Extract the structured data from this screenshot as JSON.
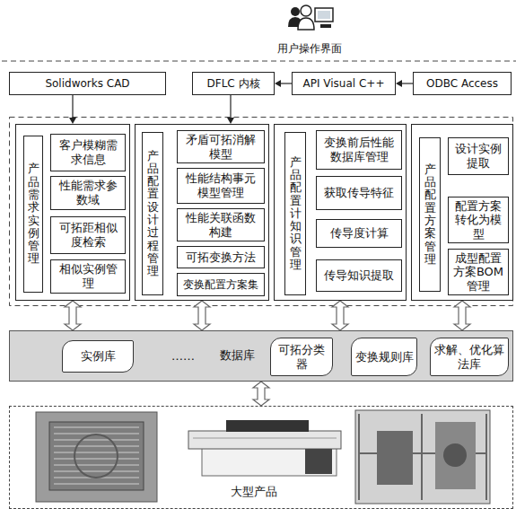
{
  "diagram": {
    "nodes": [
      {
        "text": [
          "Solidworks CAD"
        ]
      },
      {
        "text": [
          "DFLC 内核"
        ]
      },
      {
        "text": [
          "API Visual C++"
        ]
      },
      {
        "text": [
          "ODBC Access"
        ]
      },
      {
        "text": [
          "产品需求实例管理"
        ]
      },
      {
        "text": [
          "客户模糊需求信息"
        ],
        "in": 4
      },
      {
        "text": [
          "性能需求参数域"
        ],
        "in": 4
      },
      {
        "text": [
          "可拓距相似度检索"
        ],
        "in": 4
      },
      {
        "text": [
          "相似实例管理"
        ],
        "in": 4
      },
      {
        "text": [
          "产品配置设计过程管理"
        ]
      },
      {
        "text": [
          "矛盾可拓消解模型"
        ],
        "in": 9
      },
      {
        "text": [
          "性能结构事元模型管理"
        ],
        "in": 9
      },
      {
        "text": [
          "性能关联函数构建"
        ],
        "in": 9
      },
      {
        "text": [
          "可拓变换方法"
        ],
        "in": 9
      },
      {
        "text": [
          "变换配置方案集"
        ],
        "in": 9
      },
      {
        "text": [
          "产品配置计知识管理"
        ]
      },
      {
        "text": [
          "变换前后性能数据库管理"
        ],
        "in": 15
      },
      {
        "text": [
          "获取传导特征"
        ],
        "in": 15
      },
      {
        "text": [
          "传导度计算"
        ],
        "in": 15
      },
      {
        "text": [
          "传导知识提取"
        ],
        "in": 15
      },
      {
        "text": [
          "产品配置方案管理"
        ]
      },
      {
        "text": [
          "设计实例提取"
        ],
        "in": 20
      },
      {
        "text": [
          "配置方案转化为模型"
        ],
        "in": 20
      },
      {
        "text": [
          "成型配置方案BOM管理"
        ],
        "in": 20
      },
      {
        "text": [
          "……",
          "数据库"
        ]
      },
      {
        "text": [
          "实例库"
        ],
        "in": 24
      },
      {
        "text": [
          "可拓分类器"
        ],
        "in": 24
      },
      {
        "text": [
          "变换规则库"
        ],
        "in": 24
      },
      {
        "text": [
          "求解、优化算法库"
        ],
        "in": 24
      },
      {
        "text": [
          "大型产品"
        ]
      }
    ],
    "edges": [
      {
        "from": 2,
        "to": 1,
        "arrow": "to"
      },
      {
        "from": 3,
        "to": 2,
        "arrow": "to"
      },
      {
        "from": 0,
        "to": 4,
        "arrow": "to"
      },
      {
        "from": 1,
        "to": 9,
        "arrow": "to"
      },
      {
        "from": 4,
        "to": 24,
        "arrow": "both"
      },
      {
        "from": 9,
        "to": 24,
        "arrow": "both"
      },
      {
        "from": 15,
        "to": 24,
        "arrow": "both"
      },
      {
        "from": 20,
        "to": 24,
        "arrow": "both"
      },
      {
        "from": 24,
        "to": 29,
        "arrow": "both"
      }
    ],
    "labels": [
      "用户操作界面"
    ]
  }
}
